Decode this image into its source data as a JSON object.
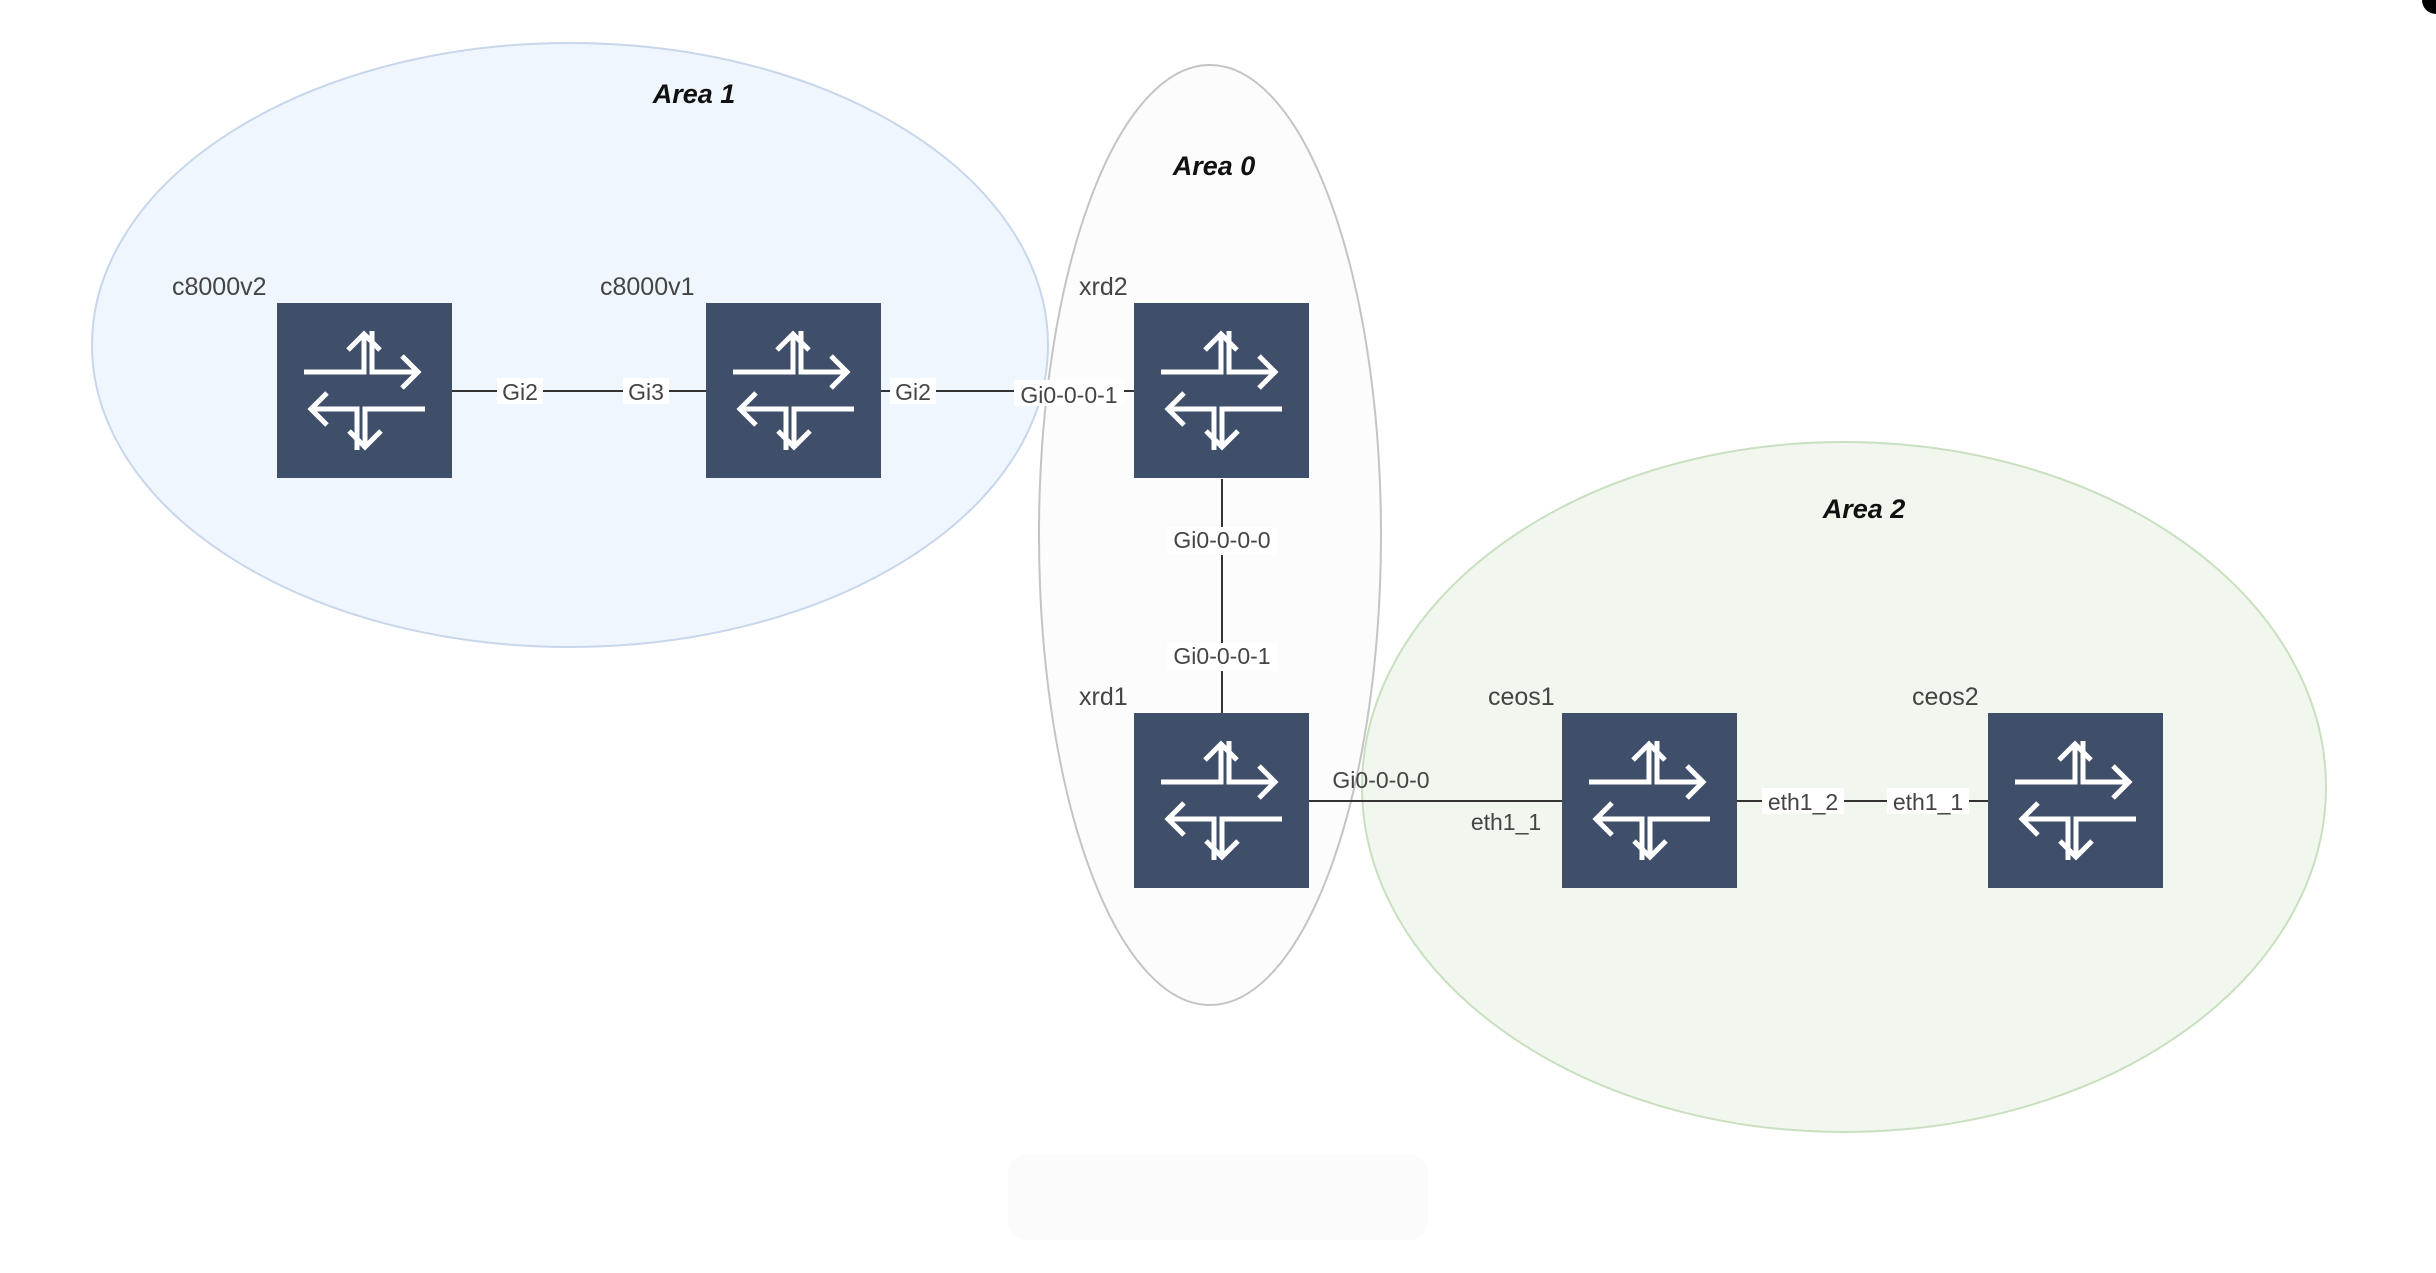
{
  "areas": [
    {
      "id": "area-1",
      "label": "Area 1",
      "fill": "#f0f6fd",
      "stroke": "#c7d6ea"
    },
    {
      "id": "area-0",
      "label": "Area 0",
      "fill": "#fafafa",
      "stroke": "#c4c4c4"
    },
    {
      "id": "area-2",
      "label": "Area 2",
      "fill": "#f1f7ee",
      "stroke": "#c8e0bf"
    }
  ],
  "routers": [
    {
      "id": "c8000v2",
      "label": "c8000v2",
      "icon": "router-icon"
    },
    {
      "id": "c8000v1",
      "label": "c8000v1",
      "icon": "router-icon"
    },
    {
      "id": "xrd2",
      "label": "xrd2",
      "icon": "router-icon"
    },
    {
      "id": "xrd1",
      "label": "xrd1",
      "icon": "router-icon"
    },
    {
      "id": "ceos1",
      "label": "ceos1",
      "icon": "router-icon"
    },
    {
      "id": "ceos2",
      "label": "ceos2",
      "icon": "router-icon"
    }
  ],
  "links": [
    {
      "from": "c8000v2",
      "to": "c8000v1",
      "from_port": "Gi2",
      "to_port": "Gi3"
    },
    {
      "from": "c8000v1",
      "to": "xrd2",
      "from_port": "Gi2",
      "to_port": "Gi0-0-0-1"
    },
    {
      "from": "xrd2",
      "to": "xrd1",
      "from_port": "Gi0-0-0-0",
      "to_port": "Gi0-0-0-1"
    },
    {
      "from": "xrd1",
      "to": "ceos1",
      "from_port": "Gi0-0-0-0",
      "to_port": "eth1_1"
    },
    {
      "from": "ceos1",
      "to": "ceos2",
      "from_port": "eth1_2",
      "to_port": "eth1_1"
    }
  ],
  "colors": {
    "router_fill": "#3f4e69",
    "link_stroke": "#333333",
    "label_text": "#444444"
  }
}
